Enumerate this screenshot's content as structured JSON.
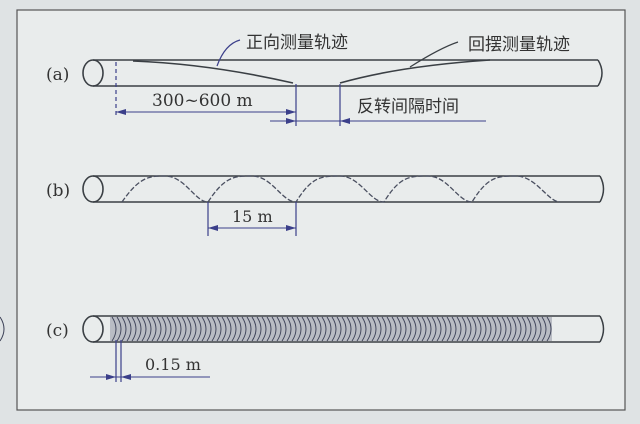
{
  "figure": {
    "panel_a": {
      "label": "(a)",
      "forward_track_label": "正向测量轨迹",
      "return_track_label": "回摆测量轨迹",
      "distance_label": "300~600 m",
      "reversal_interval_label": "反转间隔时间"
    },
    "panel_b": {
      "label": "(b)",
      "pitch_label": "15 m"
    },
    "panel_c": {
      "label": "(c)",
      "pitch_label": "0.15 m"
    },
    "colors": {
      "background": "#dfe3e4",
      "frame_bg": "#e9ecec",
      "line": "#3a3f44",
      "dimension": "#3b3f8a"
    }
  }
}
